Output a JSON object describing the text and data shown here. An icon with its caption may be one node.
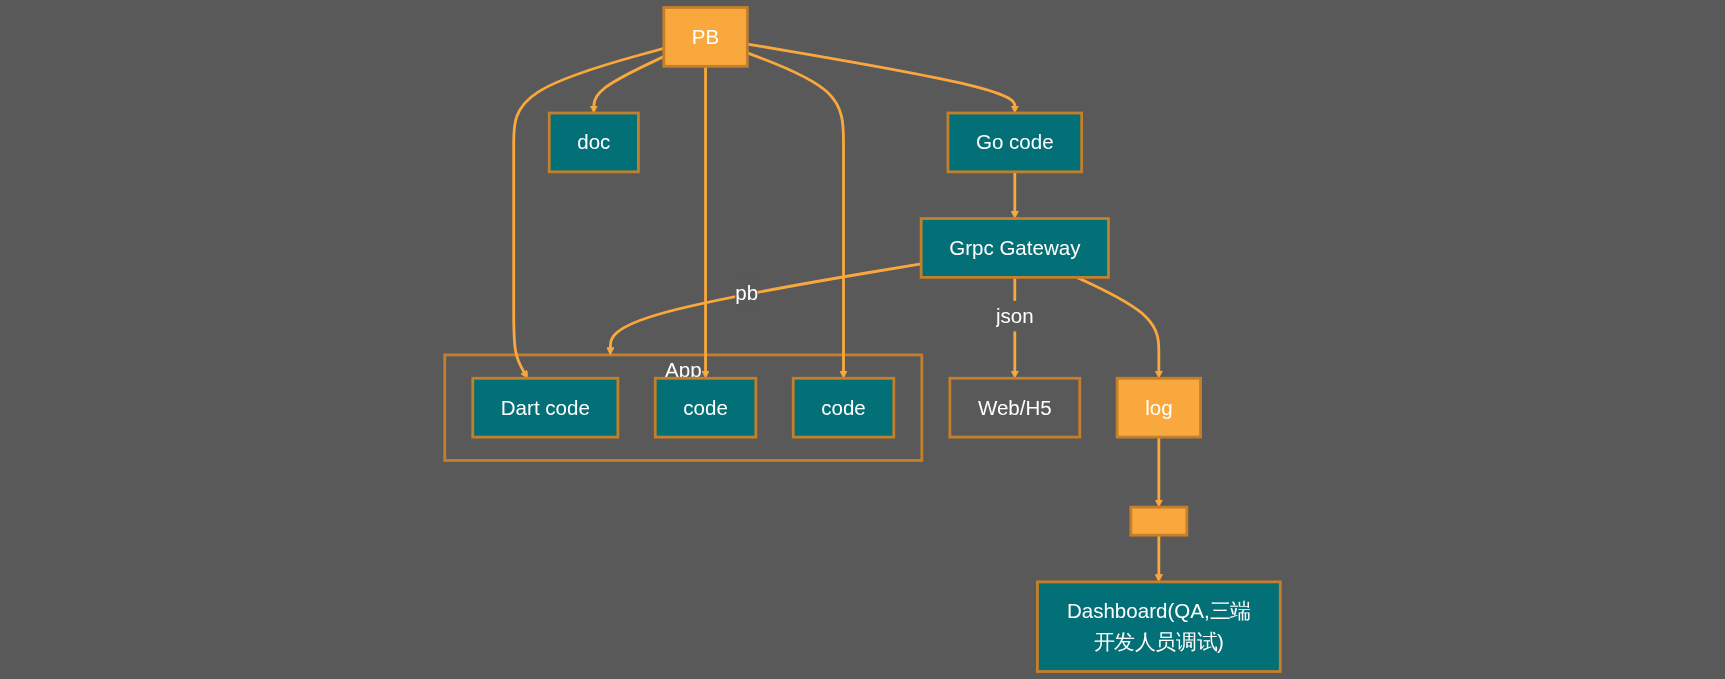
{
  "diagram": {
    "nodes": [
      {
        "text": [
          "Web/H5"
        ]
      },
      {
        "text": [
          "App"
        ]
      },
      {
        "text": [
          "Dart code"
        ],
        "in": 1
      },
      {
        "text": [
          "code"
        ],
        "in": 1
      },
      {
        "text": [
          "code"
        ],
        "in": 1
      },
      {
        "text": [
          "Grpc Gateway"
        ]
      },
      {
        "text": [
          "Go code"
        ]
      },
      {
        "text": [
          "PB"
        ]
      },
      {
        "text": [
          "log"
        ]
      },
      {
        "text": [
          "doc"
        ]
      },
      {
        "text": [
          "Dashboard(QA,三端开发人员调试)"
        ]
      },
      {
        "text": [],
        "shape": "box"
      }
    ],
    "edges": [
      {
        "from": 5,
        "to": 0,
        "arrow": "to",
        "label": "json"
      },
      {
        "from": 5,
        "to": 1,
        "arrow": "to",
        "label": "pb"
      },
      {
        "from": 7,
        "to": 2,
        "arrow": "to"
      },
      {
        "from": 7,
        "to": 3,
        "arrow": "to"
      },
      {
        "from": 7,
        "to": 4,
        "arrow": "to"
      },
      {
        "from": 7,
        "to": 6,
        "arrow": "to"
      },
      {
        "from": 6,
        "to": 5,
        "arrow": "to"
      },
      {
        "from": 5,
        "to": 8,
        "arrow": "to"
      },
      {
        "from": 7,
        "to": 9,
        "arrow": "to"
      },
      {
        "from": 8,
        "to": 11,
        "arrow": "to"
      },
      {
        "from": 11,
        "to": 10,
        "arrow": "to"
      }
    ]
  }
}
